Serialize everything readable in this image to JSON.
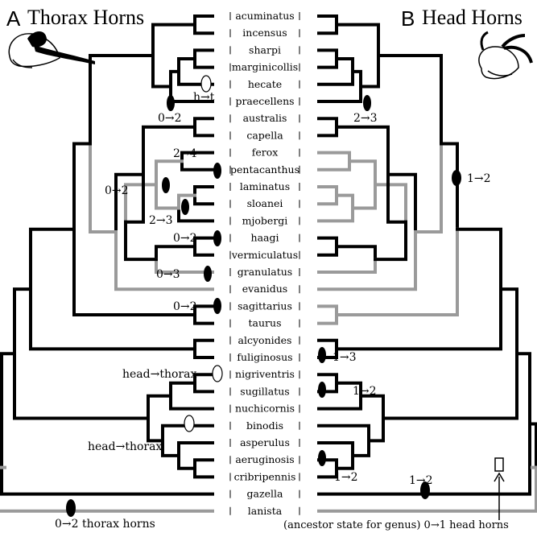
{
  "panels": {
    "left": {
      "letter": "A",
      "title": "Thorax Horns"
    },
    "right": {
      "letter": "B",
      "title": "Head Horns"
    }
  },
  "taxa": [
    "acuminatus",
    "incensus",
    "sharpi",
    "marginicollis",
    "hecate",
    "praecellens",
    "australis",
    "capella",
    "ferox",
    "pentacanthus",
    "laminatus",
    "sloanei",
    "mjobergi",
    "haagi",
    "vermiculatus",
    "granulatus",
    "evanidus",
    "sagittarius",
    "taurus",
    "alcyonides",
    "fuliginosus",
    "nigriventris",
    "sugillatus",
    "nuchicornis",
    "binodis",
    "asperulus",
    "aeruginosis",
    "cribripennis",
    "gazella",
    "lanista"
  ],
  "left_annotations": {
    "a1": "h→t",
    "a2": "0→2",
    "a3": "2→4",
    "a4": "0→2",
    "a5": "2→3",
    "a6": "0→2",
    "a7": "0→3",
    "a8": "0→2",
    "a9": "head→thorax",
    "a10": "head→thorax",
    "a11": "0→2 thorax horns"
  },
  "right_annotations": {
    "b1": "2→3",
    "b2": "1→2",
    "b3": "1→3",
    "b4": "1→2",
    "b5": "1→2",
    "b6": "1→2",
    "b7": "(ancestor state for genus) 0→1 head horns"
  },
  "colors": {
    "derived": "#000000",
    "absent": "#9a9a9a",
    "background": "#ffffff"
  },
  "legend_icons": [
    "thorax-horn-beetle-icon",
    "head-horn-beetle-icon"
  ]
}
